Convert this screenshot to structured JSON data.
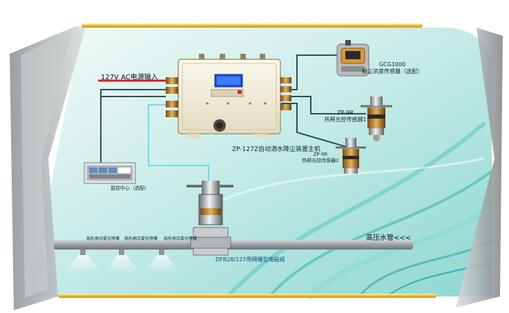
{
  "labels": {
    "power_input": "127V AC电源输入",
    "main_unit": "ZP-127Z自动洒水降尘装置主机",
    "dust_sensor_model": "GCG1000",
    "dust_sensor_name": "粉尘浓度传感器（选配）",
    "sensor1_model": "ZP-9R",
    "sensor1_name": "热释光控传感器1",
    "sensor2_model": "ZP-9R",
    "sensor2_name": "热释光控传感器2",
    "monitor_center": "监控中心（选配）",
    "high_pressure_pipe": "高压水管<<<",
    "nozzle_1": "扇形高压雾化喷嘴",
    "nozzle_2": "扇形高压雾化喷嘴",
    "nozzle_3": "扇形高压雾化喷嘴",
    "valve": "DFB28/127用隔爆型电磁阀"
  },
  "colors": {
    "background": "#b8e6e2",
    "frame_gold": "#e7b82a",
    "power_line": "#d3201b",
    "signal_line": "#2e4f55",
    "aux_line": "#6fdcef",
    "pipe": "#8f9599"
  },
  "icons": [
    "enclosure-icon",
    "dust-sensor-icon",
    "pyro-sensor-icon",
    "monitor-panel-icon",
    "solenoid-valve-icon",
    "nozzle-icon"
  ]
}
